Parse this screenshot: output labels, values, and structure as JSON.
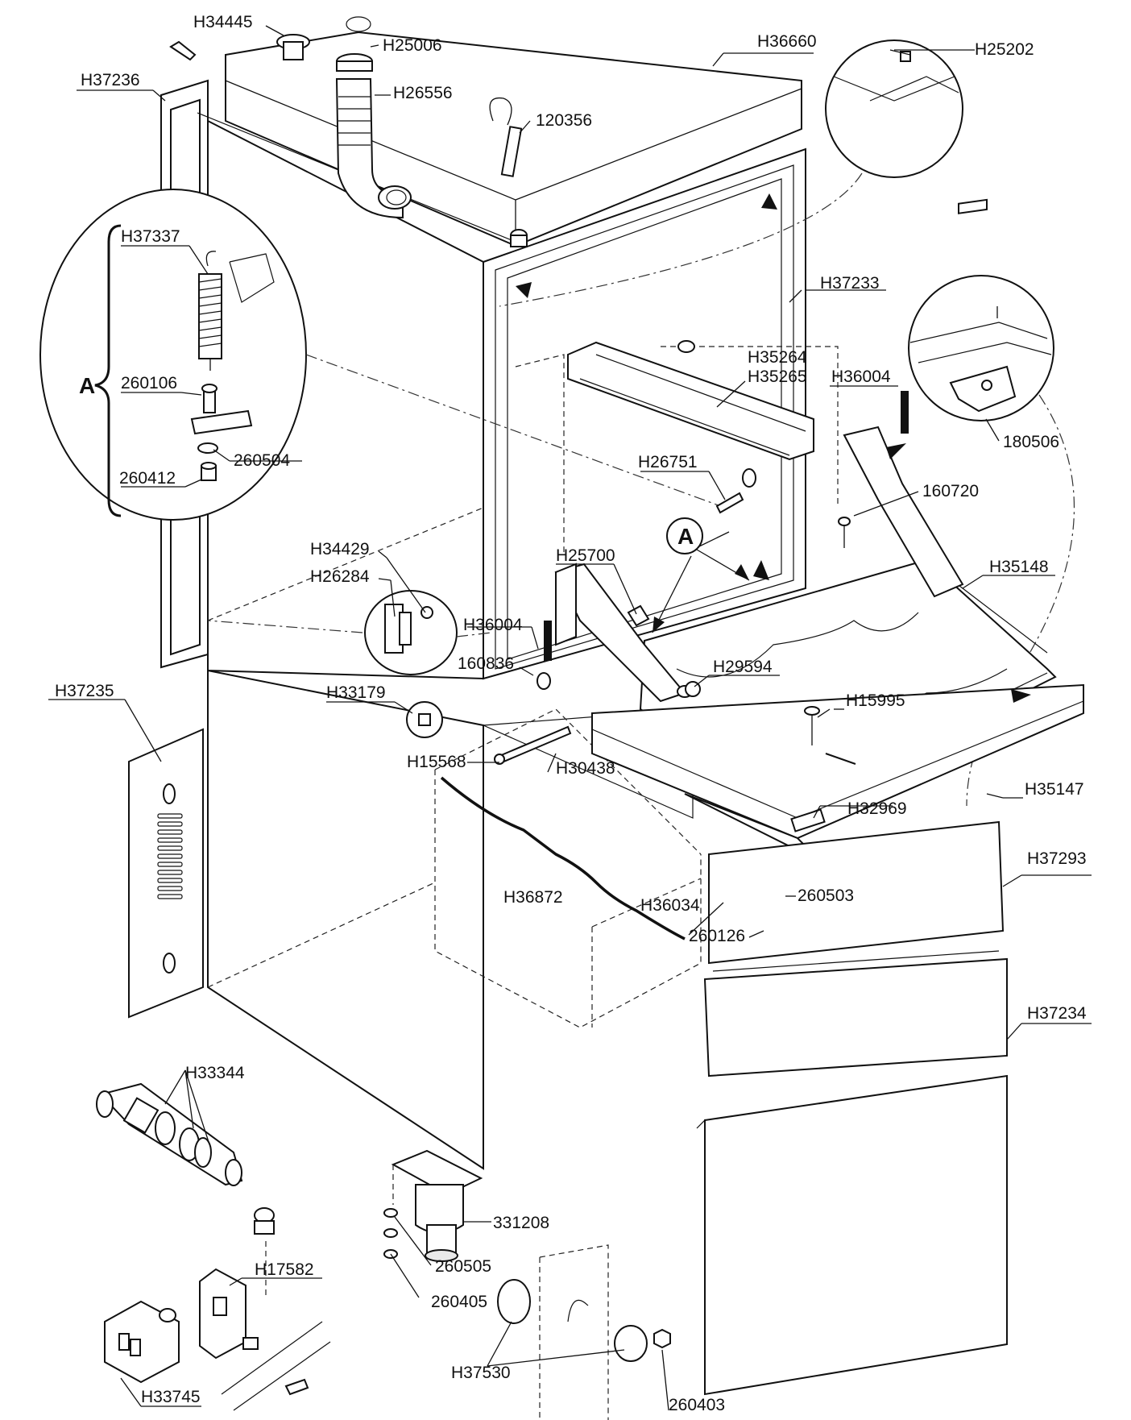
{
  "labels": {
    "H34445": "H34445",
    "H25006": "H25006",
    "H36660": "H36660",
    "H25202": "H25202",
    "H37236": "H37236",
    "H26556": "H26556",
    "120356": "120356",
    "H37337": "H37337",
    "H37233": "H37233",
    "A": "A",
    "260106": "260106",
    "H35264": "H35264",
    "H35265": "H35265",
    "H36004_top": "H36004",
    "180506": "180506",
    "260504": "260504",
    "260412": "260412",
    "H26751": "H26751",
    "160720": "160720",
    "H34429": "H34429",
    "H26284": "H26284",
    "H25700": "H25700",
    "H35148": "H35148",
    "H36004_mid": "H36004",
    "160836": "160836",
    "H29594": "H29594",
    "H37235": "H37235",
    "H33179": "H33179",
    "H15995": "H15995",
    "H15568": "H15568",
    "H30438": "H30438",
    "H35147": "H35147",
    "H32969": "H32969",
    "H37293": "H37293",
    "H36872": "H36872",
    "H36034": "H36034",
    "260503": "260503",
    "260126": "260126",
    "H37234": "H37234",
    "H33344": "H33344",
    "331208": "331208",
    "H17582": "H17582",
    "260505": "260505",
    "260405": "260405",
    "H37530": "H37530",
    "H33745": "H33745",
    "260403": "260403"
  },
  "callout_letter": "A"
}
